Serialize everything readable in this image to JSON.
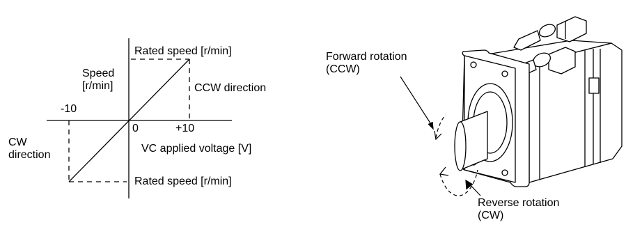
{
  "graph": {
    "speed_label_line1": "Speed",
    "speed_label_line2": "[r/min]",
    "rated_speed_top": "Rated speed [r/min]",
    "rated_speed_bottom": "Rated speed [r/min]",
    "ccw_direction": "CCW direction",
    "cw_line1": "CW",
    "cw_line2": "direction",
    "neg_ten": "-10",
    "zero": "0",
    "pos_ten": "+10",
    "x_axis_label": "VC applied voltage [V]"
  },
  "motor": {
    "forward_line1": "Forward rotation",
    "forward_line2": "(CCW)",
    "reverse_line1": "Reverse rotation",
    "reverse_line2": "(CW)"
  }
}
